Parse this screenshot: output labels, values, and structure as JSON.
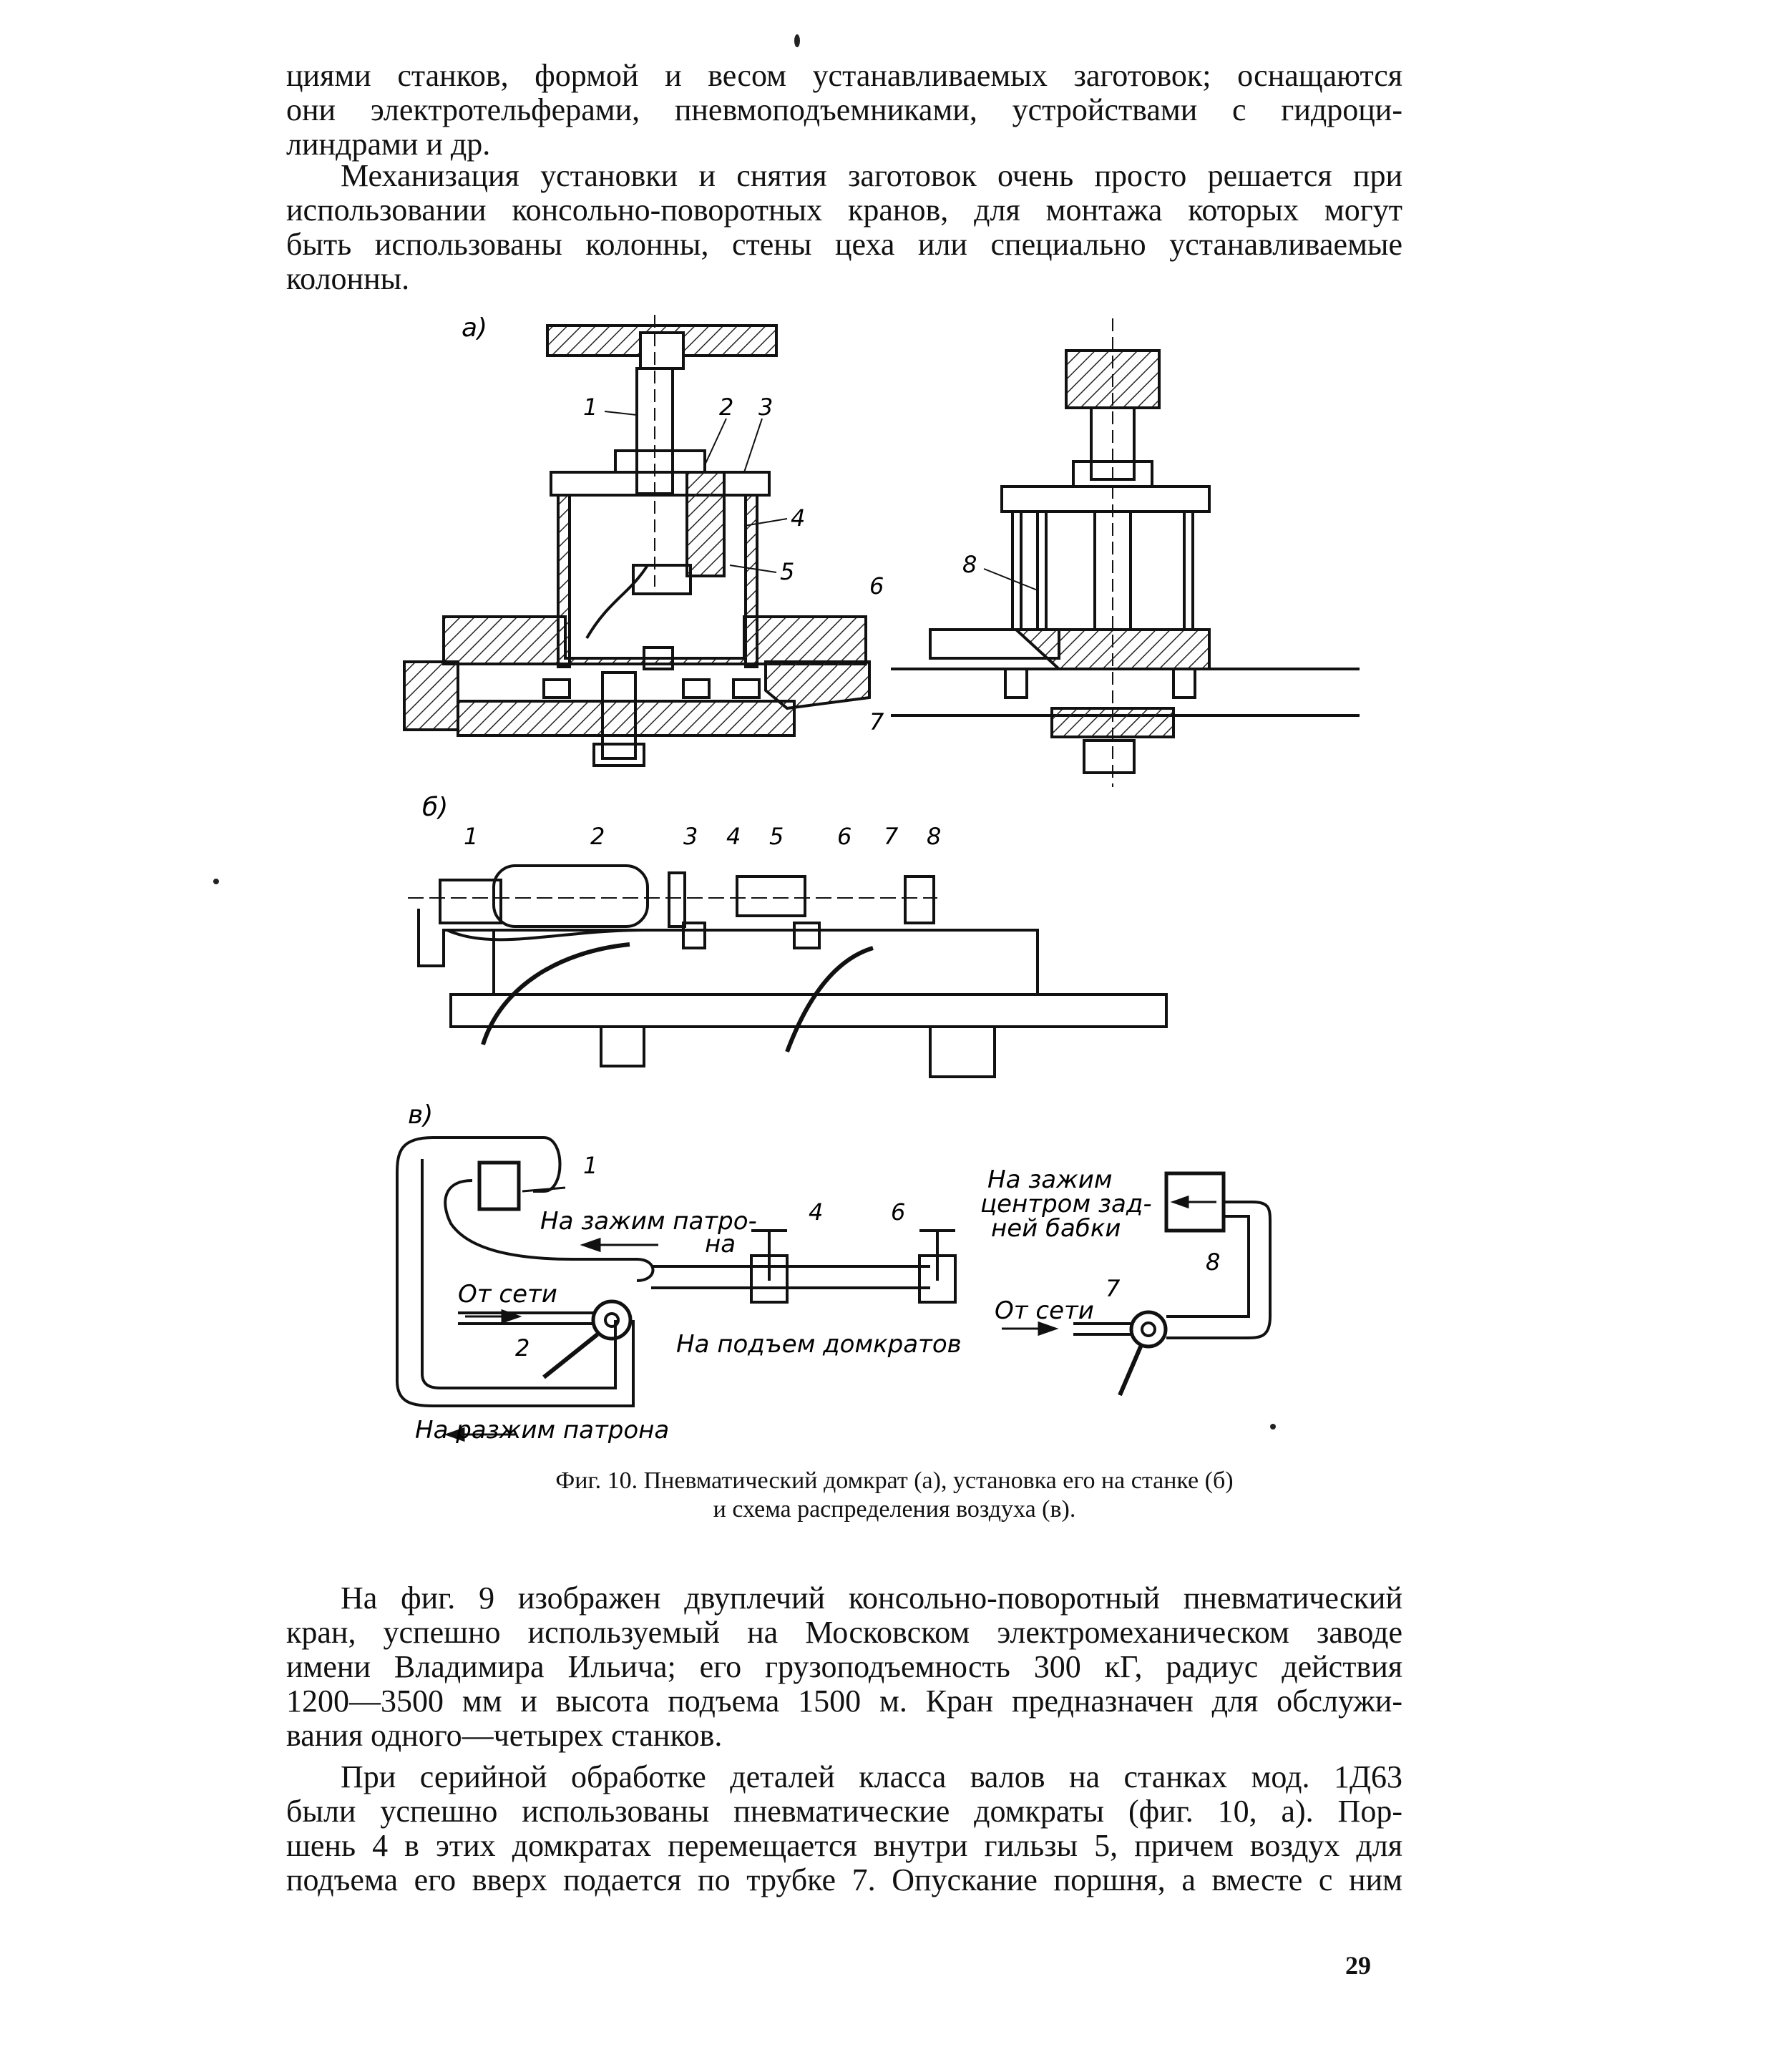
{
  "text_top": {
    "lines": [
      "циями станков, формой и весом устанавливаемых заготовок; оснащаются",
      "они электротельферами, пневмоподъемниками, устройствами с гидроци-",
      "линдрами и др."
    ]
  },
  "paragraph_mechanization": {
    "lines": [
      "Механизация установки и снятия заготовок очень просто решается при",
      "использовании консольно-поворотных кранов, для монтажа которых могут",
      "быть использованы колонны, стены цеха или специально устанавливаемые",
      "колонны."
    ]
  },
  "figure": {
    "panel_a_label": "а)",
    "panel_b_label": "б)",
    "panel_v_label": "в)",
    "panel_a_numbers": [
      "1",
      "2",
      "3",
      "4",
      "5",
      "6",
      "7",
      "8"
    ],
    "panel_b_numbers": [
      "1",
      "2",
      "3",
      "4",
      "5",
      "6",
      "7",
      "8"
    ],
    "panel_v_numbers": [
      "1",
      "2",
      "4",
      "6",
      "7",
      "8"
    ],
    "panel_v_labels": {
      "chuck_clamp_line1": "На зажим патро-",
      "chuck_clamp_line2": "на",
      "from_network_left": "От сети",
      "jacks_lift": "На подъем домкратов",
      "chuck_unclamp": "На разжим патрона",
      "tailstock_line1": "На зажим",
      "tailstock_line2": "центром зад-",
      "tailstock_line3": "ней бабки",
      "from_network_right": "От сети"
    }
  },
  "caption": {
    "line1": "Фиг. 10. Пневматический домкрат (а), установка его на станке (б)",
    "line2": "и схема распределения воздуха (в)."
  },
  "paragraph_fig9": {
    "lines": [
      "На фиг. 9 изображен двуплечий консольно-поворотный пневматический",
      "кран, успешно используемый на Московском электромеханическом заводе",
      "имени Владимира Ильича; его грузоподъемность 300 кГ, радиус действия",
      "1200—3500 мм и высота подъема 1500 м. Кран предназначен для обслужи-",
      "вания одного—четырех станков."
    ]
  },
  "paragraph_serial": {
    "lines": [
      "При серийной обработке деталей класса валов на станках мод. 1Д63",
      "были успешно использованы пневматические домкраты (фиг. 10, а). Пор-",
      "шень 4 в этих домкратах перемещается внутри гильзы 5, причем воздух для",
      "подъема его вверх подается по трубке 7. Опускание поршня, а вместе с ним"
    ]
  },
  "page_number": "29"
}
